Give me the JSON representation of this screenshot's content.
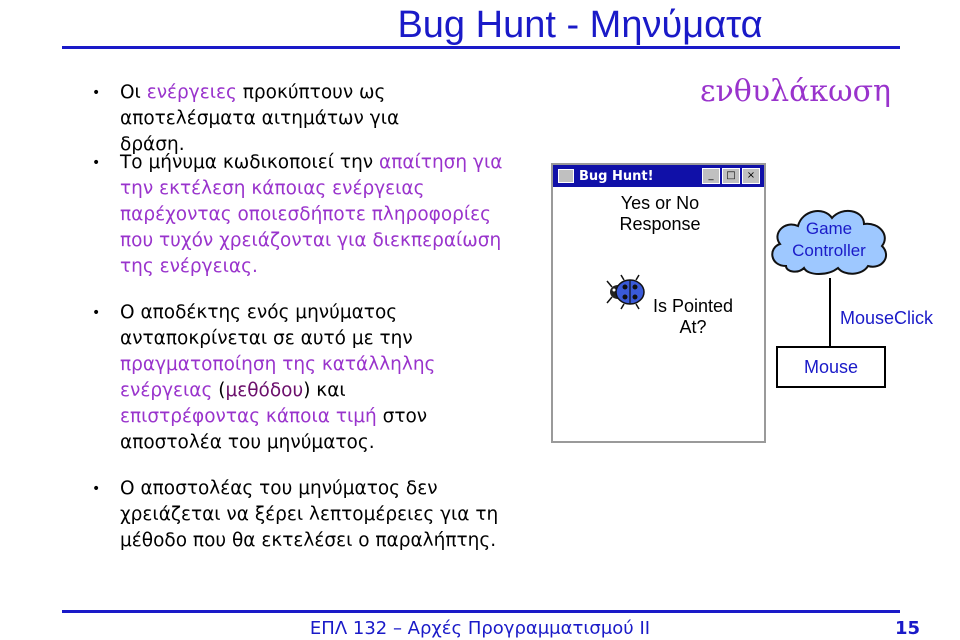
{
  "slide": {
    "title": "Bug Hunt - Μηνύματα",
    "bullets": [
      {
        "parts": [
          {
            "text": "Οι "
          },
          {
            "text": "ενέργειες",
            "hl": true
          },
          {
            "text": " προκύπτουν ως αποτελέσματα αιτημάτων για δράση."
          }
        ]
      },
      {
        "parts": [
          {
            "text": "Το μήνυμα κωδικοποιεί την "
          },
          {
            "text": "απαίτηση για την εκτέλεση κάποιας ενέργειας παρέχοντας οποιεσδήποτε πληροφορίες που τυχόν χρειάζονται για διεκπεραίωση της ενέργειας.",
            "hl": true
          }
        ]
      },
      {
        "parts": [
          {
            "text": "Ο αποδέκτης ενός μηνύματος ανταποκρίνεται σε αυτό με την "
          },
          {
            "text": "πραγματοποίηση της κατάλληλης ενέργειας",
            "hl": true
          },
          {
            "text": " ("
          },
          {
            "text": "μεθόδου",
            "hl2": true
          },
          {
            "text": ") και "
          },
          {
            "text": "επιστρέφοντας κάποια τιμή",
            "hl": true
          },
          {
            "text": " στον αποστολέα του μηνύματος."
          }
        ]
      },
      {
        "parts": [
          {
            "text": "Ο αποστολέας του μηνύματος δεν χρειάζεται να ξέρει λεπτομέρειες για τη μέθοδο που θα εκτελέσει ο παραλήπτης."
          }
        ]
      }
    ]
  },
  "diagram": {
    "encapsulation_label": "ενθυλάκωση",
    "window_title": "Bug Hunt!",
    "yes_no_line1": "Yes or No",
    "yes_no_line2": "Response",
    "is_pointed_line1": "Is Pointed",
    "is_pointed_line2": "At?",
    "cloud_line1": "Game",
    "cloud_line2": "Controller",
    "mouse_label": "Mouse",
    "mouseclick_label": "MouseClick",
    "icons": [
      "ladybug-icon",
      "cloud-icon"
    ]
  },
  "footer": {
    "course": "ΕΠΛ 132 – Αρχές Προγραμματισμού ΙΙ",
    "page": "15"
  },
  "colors": {
    "title": "#1a1ac8",
    "highlight": "#9933cc",
    "method": "#6b0f6b",
    "window_titlebar": "#1010a8"
  }
}
